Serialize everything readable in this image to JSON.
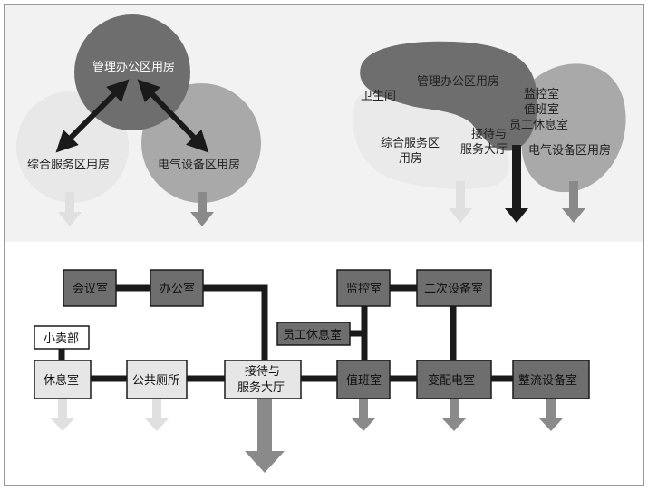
{
  "venn": {
    "top": "管理办公区用房",
    "left": "综合服务区用房",
    "right": "电气设备区用房"
  },
  "blob": {
    "toilet": "卫生间",
    "office": "管理办公区用房",
    "reception_line1": "接待与",
    "reception_line2": "服务大厅",
    "service_line1": "综合服务区",
    "service_line2": "用房",
    "monitor": "监控室",
    "duty": "值班室",
    "staff_rest": "员工休息室",
    "electric": "电气设备区用房"
  },
  "flow": {
    "meeting": "会议室",
    "office": "办公室",
    "shop": "小卖部",
    "rest": "休息室",
    "toilet": "公共厕所",
    "reception_line1": "接待与",
    "reception_line2": "服务大厅",
    "monitor": "监控室",
    "secondary": "二次设备室",
    "staff_rest": "员工休息室",
    "duty": "值班室",
    "substation": "变配电室",
    "rectifier": "整流设备室"
  },
  "colors": {
    "dark": "#6e6e6e",
    "medium": "#a9a9a9",
    "light": "#e6e6e6",
    "line": "#1a1a1a"
  }
}
